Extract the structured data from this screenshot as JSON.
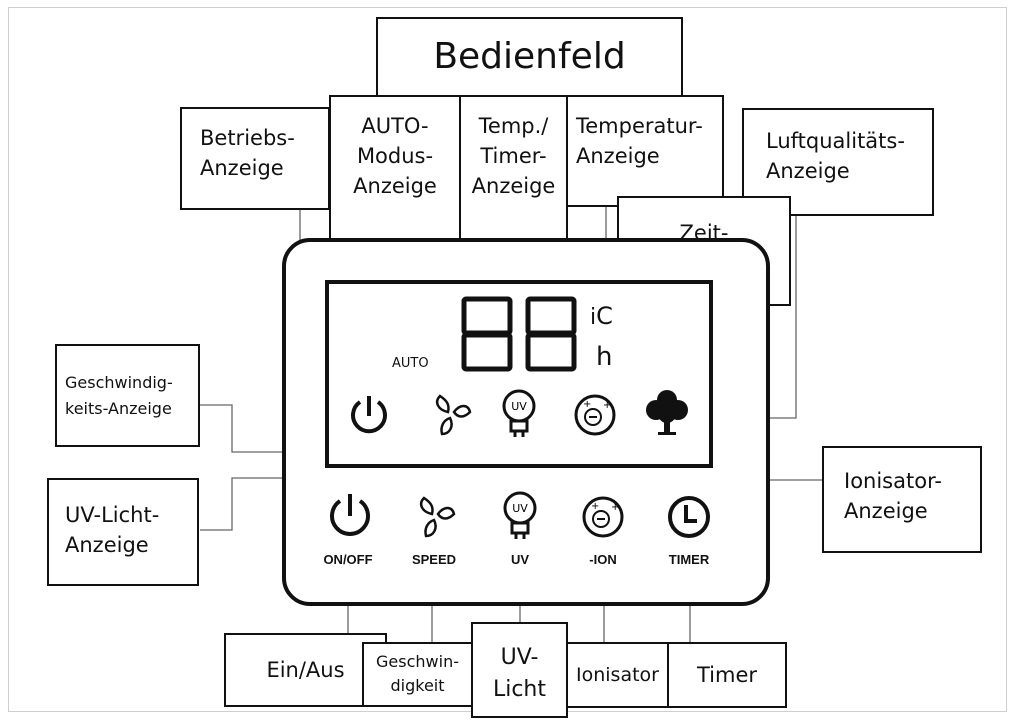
{
  "title": "Bedienfeld",
  "top_labels": {
    "betriebs": "Betriebs-\nAnzeige",
    "auto": "AUTO-\nModus-\nAnzeige",
    "temp_timer": "Temp./\nTimer-\nAnzeige",
    "temperatur": "Temperatur-\nAnzeige",
    "luft": "Luftqualitäts-\nAnzeige",
    "zeit": "Zeit-\nAnzeige"
  },
  "side_labels": {
    "geschwindigkeit": "Geschwindig-\nkeits-Anzeige",
    "uv": "UV-Licht-\nAnzeige",
    "ionisator": "Ionisator-\nAnzeige"
  },
  "display": {
    "auto": "AUTO",
    "digits": "88",
    "unit_c": "C",
    "unit_i": "i",
    "unit_h": "h",
    "uv_icon_text": "UV"
  },
  "buttons": [
    {
      "label": "ON/OFF",
      "icon": "power-icon"
    },
    {
      "label": "SPEED",
      "icon": "fan-icon"
    },
    {
      "label": "UV",
      "icon": "uv-lamp-icon"
    },
    {
      "label": "-ION",
      "icon": "ionizer-icon"
    },
    {
      "label": "TIMER",
      "icon": "clock-icon"
    }
  ],
  "bottom_labels": {
    "ein_aus": "Ein/Aus",
    "geschwindigkeit": "Geschwin-\ndigkeit",
    "uv": "UV-\nLicht",
    "ionisator": "Ionisator",
    "timer": "Timer"
  }
}
